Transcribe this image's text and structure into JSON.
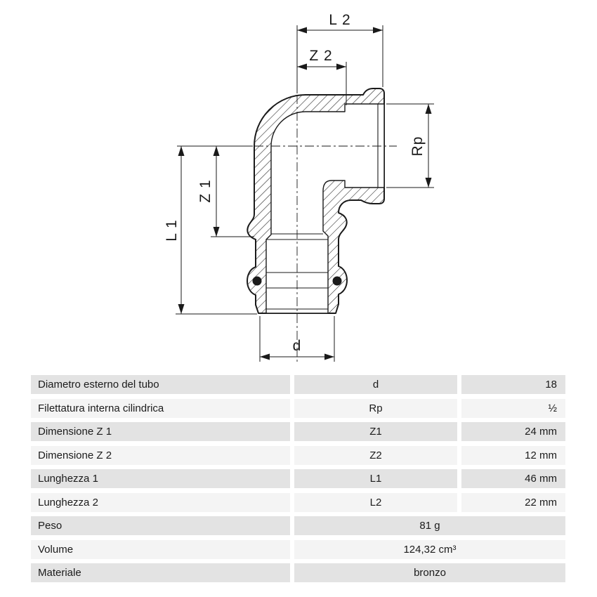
{
  "drawing": {
    "labels": {
      "l2": "L 2",
      "z2": "Z 2",
      "rp": "Rp",
      "z1": "Z 1",
      "l1": "L 1",
      "d": "d"
    },
    "line_color": "#1a1a1a"
  },
  "table": {
    "dimension_rows": [
      {
        "label": "Diametro esterno del tubo",
        "symbol": "d",
        "value": "18"
      },
      {
        "label": "Filettatura interna cilindrica",
        "symbol": "Rp",
        "value": "½"
      },
      {
        "label": "Dimensione Z 1",
        "symbol": "Z1",
        "value": "24 mm"
      },
      {
        "label": "Dimensione Z 2",
        "symbol": "Z2",
        "value": "12 mm"
      },
      {
        "label": "Lunghezza 1",
        "symbol": "L1",
        "value": "46 mm"
      },
      {
        "label": "Lunghezza 2",
        "symbol": "L2",
        "value": "22 mm"
      }
    ],
    "property_rows": [
      {
        "label": "Peso",
        "value": "81 g"
      },
      {
        "label": "Volume",
        "value": "124,32 cm³"
      },
      {
        "label": "Materiale",
        "value": "bronzo"
      }
    ],
    "colors": {
      "row_odd": "#e3e3e3",
      "row_even": "#f4f4f4"
    }
  }
}
